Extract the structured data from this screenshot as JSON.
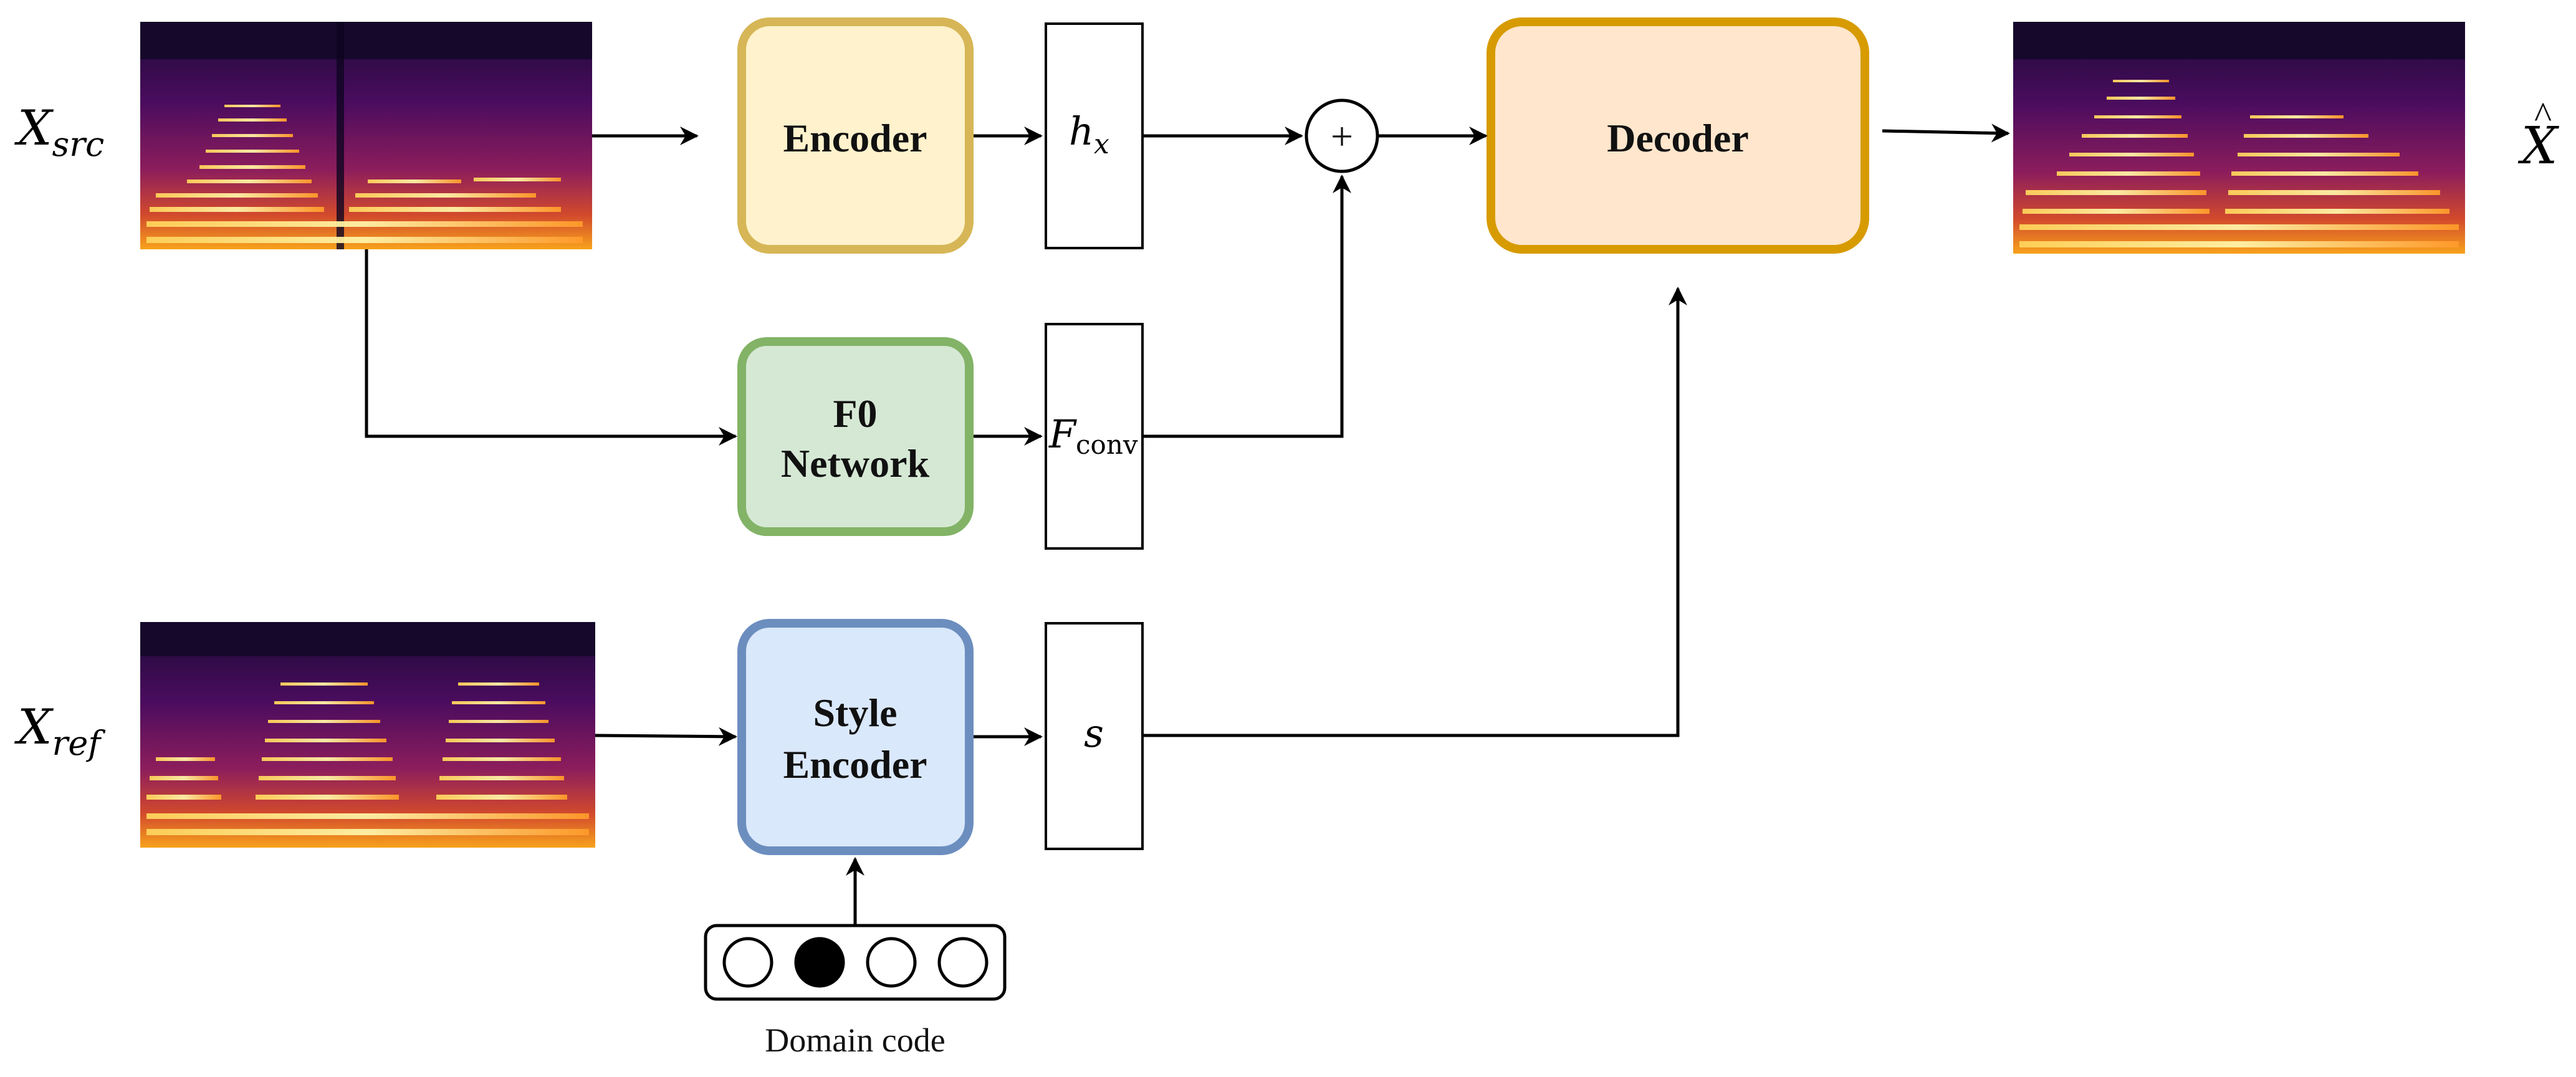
{
  "inputs": {
    "source_sub": "src",
    "reference_sub": "ref"
  },
  "blocks": {
    "encoder": "Encoder",
    "f0_line1": "F0",
    "f0_line2": "Network",
    "style_line1": "Style",
    "style_line2": "Encoder",
    "decoder": "Decoder"
  },
  "features": {
    "hx_sub": "x",
    "fconv_sub": "conv",
    "style": "s"
  },
  "operator": "+",
  "domain_code": {
    "label": "Domain code",
    "selected_index": 1,
    "slots": 4
  },
  "output": {
    "symbol": "X",
    "hat": "^"
  },
  "colors": {
    "encoder_fill": "#fff2cc",
    "encoder_stroke": "#d6b656",
    "f0_fill": "#d5e8d4",
    "f0_stroke": "#82b366",
    "style_fill": "#dae8fc",
    "style_stroke": "#6c8ebf",
    "decoder_fill": "#ffe6cc",
    "decoder_stroke": "#d79b00"
  }
}
